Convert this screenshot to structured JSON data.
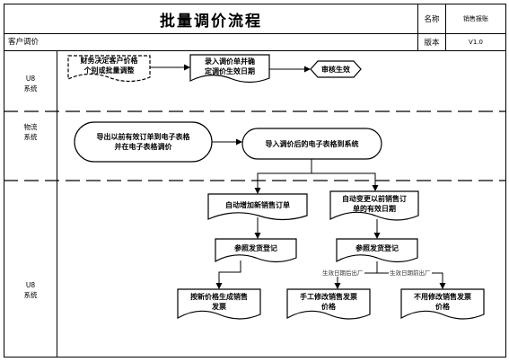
{
  "header": {
    "title": "批量调价流程",
    "name_label": "名称",
    "name_value": "销售报账",
    "process_label": "客户调价",
    "version_label": "版本",
    "version_value": "V1.0"
  },
  "lanes": [
    {
      "id": "u8-top",
      "label": "U8\n系统"
    },
    {
      "id": "logistics",
      "label": "物流\n系统"
    },
    {
      "id": "u8-bottom",
      "label": "U8\n系统"
    }
  ],
  "nodes": {
    "finance_decide": "财务决定客户价格\n个别或批量调整",
    "enter_order": "录入调价单并确\n定调价生效日期",
    "audit": "审核生效",
    "export_order": "导出以前有效订单到电子表格\n并在电子表格调价",
    "import_sheet": "导入调价后的电子表格到系统",
    "auto_add": "自动增加新销售订单",
    "auto_change": "自动变更以前销售订\n单的有效日期",
    "ref_ship_left": "参照发货登记",
    "ref_ship_right": "参照发货登记",
    "invoice_new": "按新价格生成销售\n发票",
    "invoice_manual": "手工修改销售发票\n价格",
    "invoice_nochange": "不用修改销售发票\n价格"
  },
  "conditions": {
    "after_effective": "生效日期后出厂",
    "before_effective": "生效日期前出厂"
  }
}
